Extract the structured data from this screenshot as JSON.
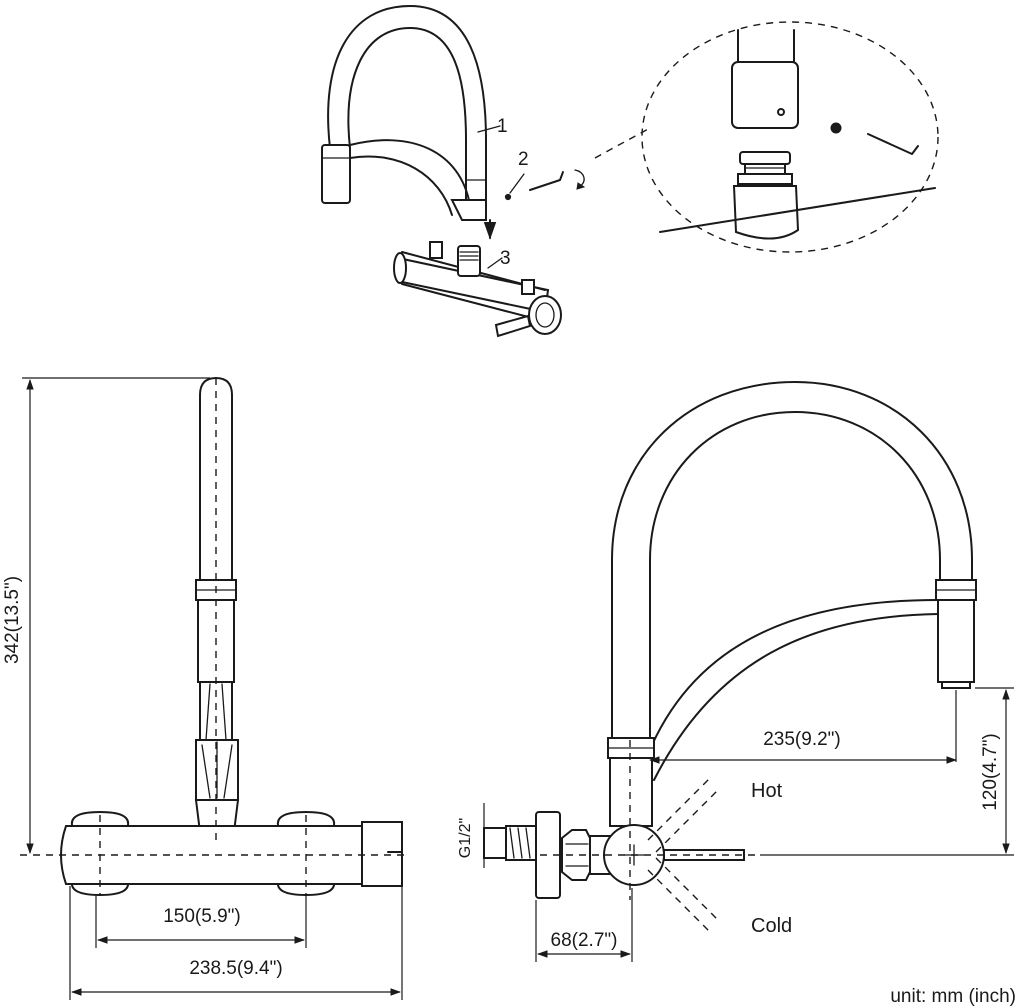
{
  "callouts": {
    "part1": "1",
    "part2": "2",
    "part3": "3"
  },
  "dimensions": {
    "height": "342(13.5\")",
    "center_spacing": "150(5.9\")",
    "overall_width": "238.5(9.4\")",
    "reach": "235(9.2\")",
    "spout_height": "120(4.7\")",
    "thread": "G1/2\"",
    "projection": "68(2.7\")"
  },
  "labels": {
    "hot": "Hot",
    "cold": "Cold"
  },
  "unit_note": "unit: mm (inch)",
  "colors": {
    "line": "#1a1a1a",
    "background": "#ffffff"
  }
}
